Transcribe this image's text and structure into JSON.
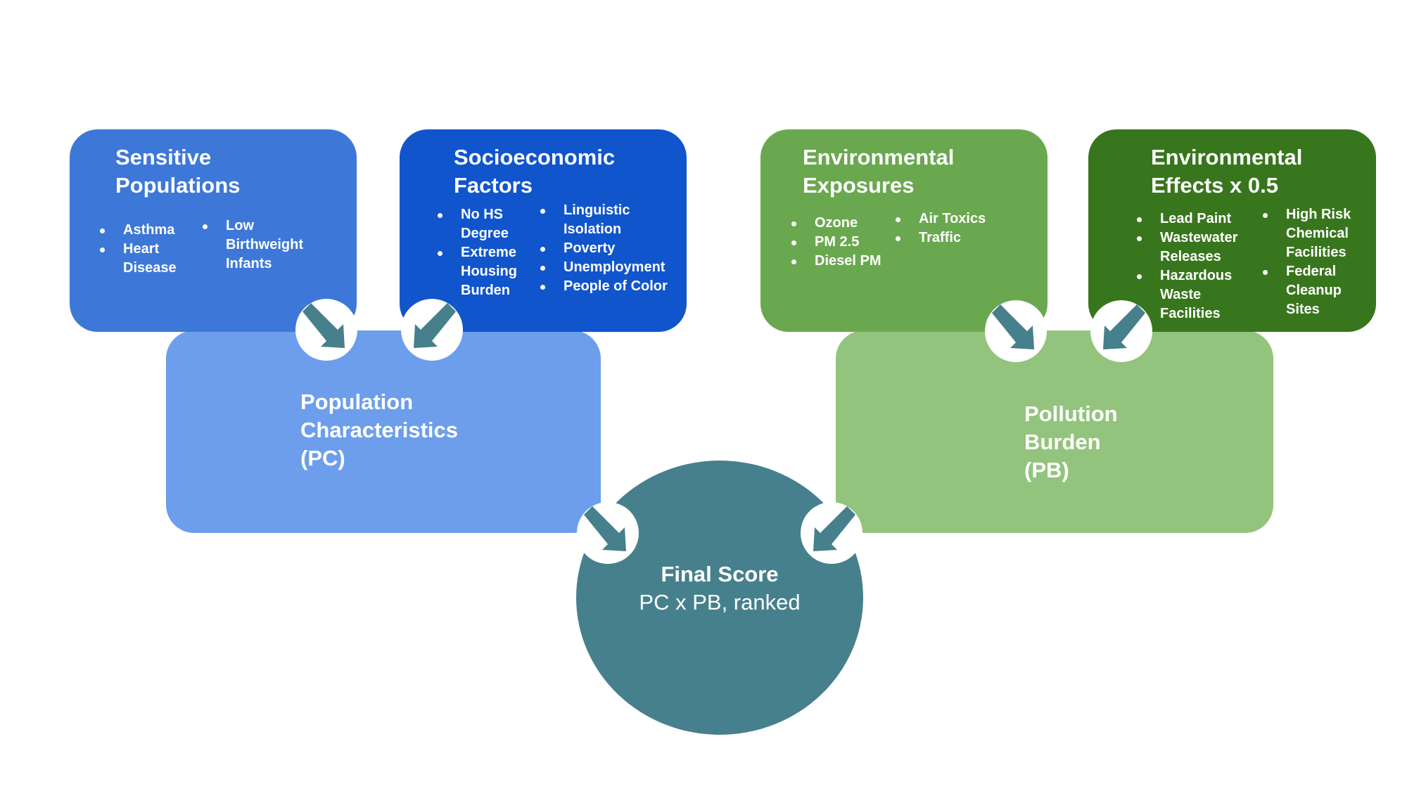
{
  "colors": {
    "sensitive": "#3d78d8",
    "socioeconomic": "#1155cc",
    "population": "#6d9eeb",
    "exposures": "#6aa84f",
    "effects": "#38761d",
    "pollution": "#93c47d",
    "final": "#46808c"
  },
  "sensitive_populations": {
    "title_line1": "Sensitive",
    "title_line2": "Populations",
    "col1": [
      "Asthma",
      "Heart Disease"
    ],
    "col2": [
      "Low Birthweight Infants"
    ]
  },
  "socioeconomic_factors": {
    "title_line1": "Socioeconomic",
    "title_line2": "Factors",
    "col1": [
      "No HS Degree",
      "Extreme Housing Burden"
    ],
    "col2": [
      "Linguistic Isolation",
      "Poverty",
      "Unemployment",
      "People of Color"
    ]
  },
  "environmental_exposures": {
    "title_line1": "Environmental",
    "title_line2": "Exposures",
    "col1": [
      "Ozone",
      "PM 2.5",
      "Diesel PM"
    ],
    "col2": [
      "Air Toxics",
      "Traffic"
    ]
  },
  "environmental_effects": {
    "title_line1": "Environmental",
    "title_line2": "Effects x 0.5",
    "col1": [
      "Lead Paint",
      "Wastewater Releases",
      "Hazardous Waste Facilities"
    ],
    "col2": [
      "High Risk Chemical Facilities",
      "Federal Cleanup Sites"
    ]
  },
  "population_characteristics": {
    "line1": "Population",
    "line2": "Characteristics",
    "line3": "(PC)"
  },
  "pollution_burden": {
    "line1": "Pollution",
    "line2": "Burden",
    "line3": "(PB)"
  },
  "final_score": {
    "title": "Final Score",
    "subtitle": "PC x PB, ranked"
  },
  "icons": {
    "arrow_down_right": "arrow-down-right-icon",
    "arrow_down_left": "arrow-down-left-icon"
  }
}
